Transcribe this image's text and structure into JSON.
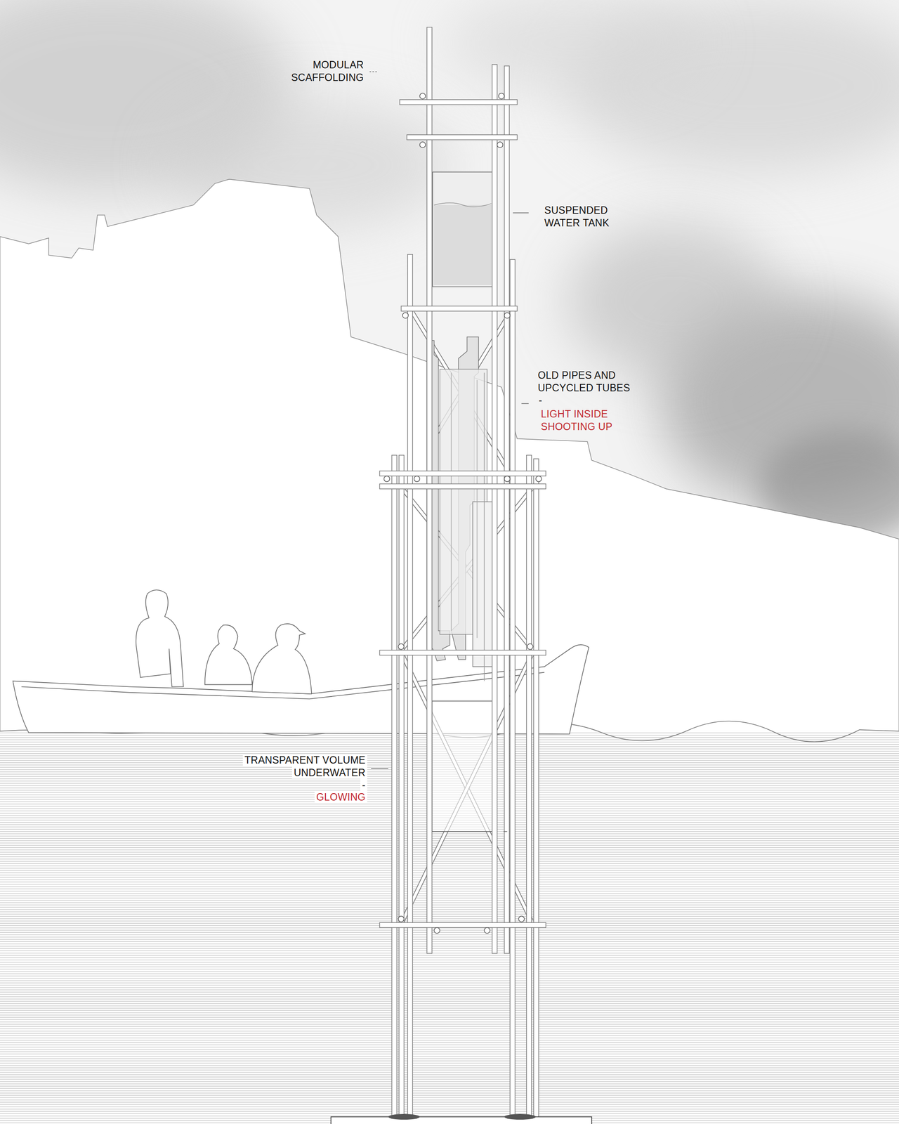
{
  "diagram": {
    "labels": [
      "MODULAR SCAFFOLDING",
      "SUSPENDED WATER TANK",
      "OLD PIPES AND UPCYCLED TUBES",
      "-",
      "LIGHT INSIDE SHOOTING UP",
      "TRANSPARENT VOLUME UNDERWATER",
      "-",
      "GLOWING"
    ]
  }
}
